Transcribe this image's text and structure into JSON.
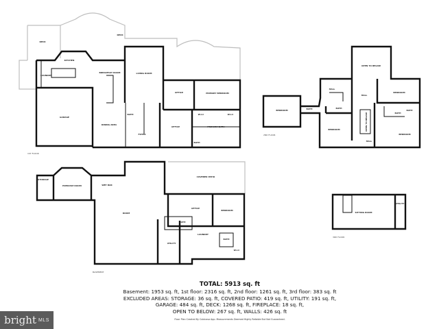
{
  "floors": {
    "first": {
      "label": "1ST FLOOR",
      "rooms": [
        "DECK",
        "DECK",
        "KITCHEN",
        "BREAKFAST ROOM",
        "LIVING ROOM",
        "LAUNDRY",
        "GARAGE",
        "DINING AREA",
        "FOYER",
        "BATH",
        "OFFICE",
        "PRIMARY BEDROOM",
        "OFFICE",
        "W.I.C",
        "W.I.C",
        "PRIMARY BATH",
        "BATH"
      ]
    },
    "second": {
      "label": "2ND FLOOR",
      "rooms": [
        "OPEN TO BELOW",
        "HALL",
        "HALL",
        "BEDROOM",
        "BEDROOM",
        "BATH",
        "BATH",
        "BEDROOM",
        "BATH",
        "BATH",
        "BEDROOM",
        "HALL",
        "OPEN TO BELOW"
      ]
    },
    "basement": {
      "label": "BASEMENT",
      "rooms": [
        "STORAGE",
        "EXERCISE ROOM",
        "WET BAR",
        "COVERED PATIO",
        "ROOM",
        "OFFICE",
        "BEDROOM",
        "BATH",
        "LAUNDRY",
        "UTILITY",
        "BATH",
        "W.I.C"
      ]
    },
    "third": {
      "label": "3RD FLOOR",
      "rooms": [
        "SITTING ROOM",
        "UTILITY"
      ]
    }
  },
  "summary": {
    "total": "TOTAL: 5913 sq. ft",
    "line1": "Basement: 1953 sq. ft, 1st floor: 2316 sq. ft, 2nd floor: 1261 sq. ft, 3rd floor: 383 sq. ft",
    "line2": "EXCLUDED AREAS: STORAGE: 36 sq. ft, COVERED PATIO: 419 sq. ft, UTILITY: 191 sq. ft,",
    "line3": "GARAGE: 484 sq. ft, DECK: 1268 sq. ft, FIREPLACE: 18 sq. ft,",
    "line4": "OPEN TO BELOW: 267 sq. ft, WALLS: 426 sq. ft",
    "credit": "Floor Plan Created By Cubicasa App. Measurements Deemed Highly Reliable But Not Guaranteed."
  },
  "logo": {
    "brand": "bright",
    "suffix": "MLS"
  },
  "colors": {
    "walls": "#111111",
    "exterior": "#bdbdbd",
    "logo_bg": "#5b5b5b"
  }
}
